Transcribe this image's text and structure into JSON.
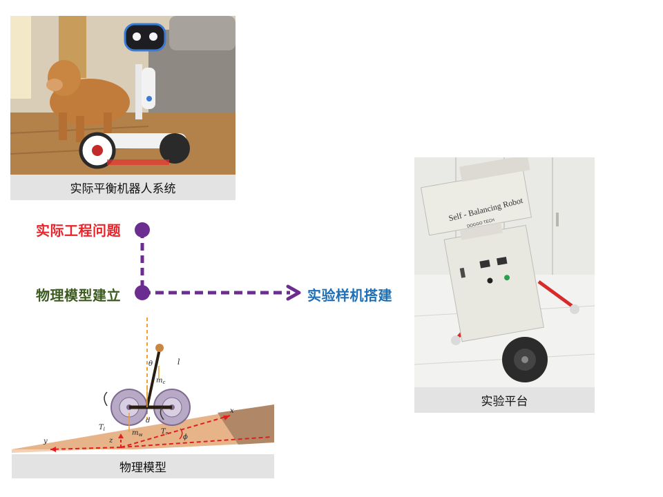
{
  "captions": {
    "real_system": "实际平衡机器人系统",
    "platform": "实验平台",
    "model": "物理模型"
  },
  "flow": {
    "step1": "实际工程问题",
    "step2": "物理模型建立",
    "step3": "实验样机搭建"
  },
  "robot_box": {
    "title": "Self - Balancing Robot",
    "brand": "DOGGO TECH"
  },
  "model_labels": {
    "theta": "θ",
    "l": "l",
    "mc": "m",
    "mc_sub": "c",
    "mw": "m",
    "mw_sub": "w",
    "d": "d",
    "tl": "T",
    "tl_sub": "l",
    "tr": "T",
    "tr_sub": "r",
    "phi": "ϕ",
    "x": "x",
    "y": "y",
    "z": "z"
  },
  "colors": {
    "step1": "#e8232a",
    "step2": "#3b5a1f",
    "step3": "#1f6fb5",
    "flow_line": "#6b2d8f"
  }
}
